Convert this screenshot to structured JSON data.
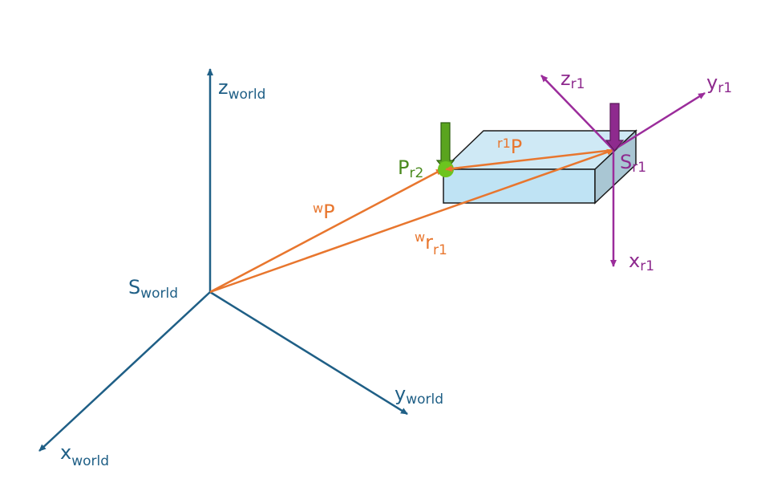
{
  "colors": {
    "world_axes": "#1f5f86",
    "vectors": "#e8762e",
    "frame_r1": "#9b2c9b",
    "point_r2": "#5aa41e",
    "box_top": "#cfe9f5",
    "box_front": "#bfe3f4",
    "box_side": "#a9c6d3"
  },
  "labels": {
    "z_world": {
      "main": "z",
      "sub": "world"
    },
    "x_world": {
      "main": "x",
      "sub": "world"
    },
    "y_world": {
      "main": "y",
      "sub": "world"
    },
    "s_world": {
      "main": "S",
      "sub": "world"
    },
    "z_r1": {
      "main": "z",
      "sub": "r1"
    },
    "y_r1": {
      "main": "y",
      "sub": "r1"
    },
    "x_r1": {
      "main": "x",
      "sub": "r1"
    },
    "s_r1": {
      "main": "S",
      "sub": "r1"
    },
    "p_r2": {
      "main": "P",
      "sub": "r2"
    },
    "r1_p": {
      "sup": "r1",
      "main": "P"
    },
    "w_p": {
      "sup": "w",
      "main": "P"
    },
    "w_r_r1": {
      "sup": "w",
      "main": "r",
      "sub": "r1"
    }
  }
}
